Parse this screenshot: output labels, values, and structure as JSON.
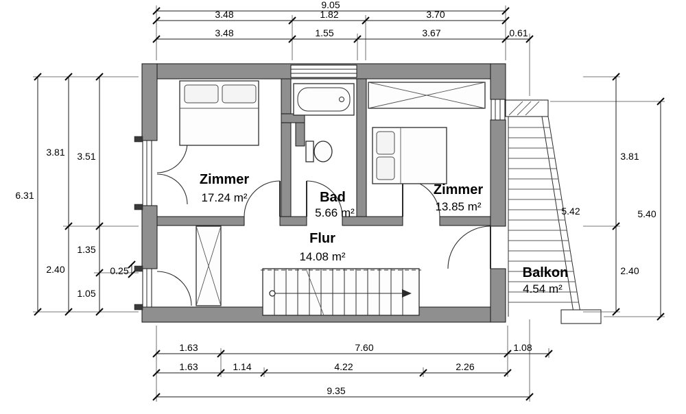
{
  "rooms": [
    {
      "name": "Zimmer",
      "area": "17.24 m²"
    },
    {
      "name": "Bad",
      "area": "5.66 m²"
    },
    {
      "name": "Zimmer",
      "area": "13.85 m²"
    },
    {
      "name": "Flur",
      "area": "14.08 m²"
    },
    {
      "name": "Balkon",
      "area": "4.54 m²"
    }
  ],
  "dims": {
    "top1": [
      "9.05"
    ],
    "top2": [
      "3.48",
      "1.82",
      "3.70"
    ],
    "top3": [
      "3.48",
      "1.55",
      "3.67",
      "0.61"
    ],
    "bottom1": [
      "1.63",
      "7.60",
      "1.08"
    ],
    "bottom2": [
      "1.63",
      "1.14",
      "4.22",
      "2.26"
    ],
    "bottom3": [
      "9.35"
    ],
    "left_overall": "6.31",
    "left_mid": [
      "3.81",
      "2.40"
    ],
    "left_inner": [
      "3.51",
      "1.35",
      "1.05"
    ],
    "left_small": "0.25",
    "right_mid": [
      "3.81",
      "2.40"
    ],
    "right_overall": "5.40",
    "right_stair": "5.42"
  },
  "colors": {
    "wall_fill": "#8f8f8f",
    "line": "#1a1a1a",
    "background": "#ffffff"
  }
}
